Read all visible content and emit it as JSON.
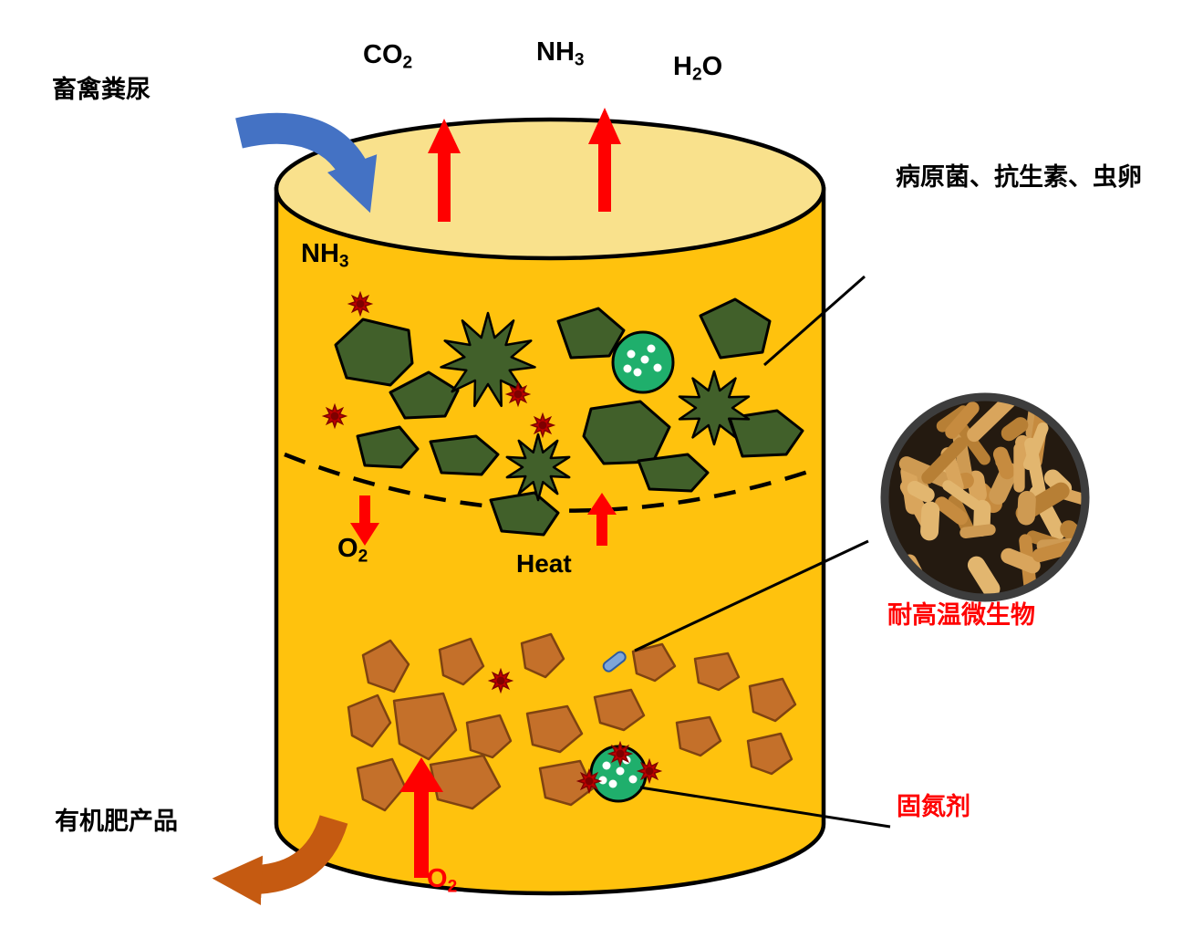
{
  "labels": {
    "input": "畜禽粪尿",
    "pathogens": "病原菌、抗生素、虫卵",
    "heat": "Heat",
    "thermophilic_microbes": "耐高温微生物",
    "nitrogen_fixing_agent": "固氮剂",
    "output": "有机肥产品"
  },
  "formulas": {
    "co2": {
      "main": "CO",
      "sub": "2"
    },
    "nh3_top": {
      "main": "NH",
      "sub": "3"
    },
    "h2o": {
      "pre": "H",
      "sub": "2",
      "post": "O"
    },
    "nh3_inner": {
      "main": "NH",
      "sub": "3"
    },
    "o2_upper": {
      "main": "O",
      "sub": "2"
    },
    "o2_lower": {
      "main": "O",
      "sub": "2"
    }
  },
  "colors": {
    "cylinder_body": "#FFC20D",
    "cylinder_top": "#F9E18C",
    "outline": "#000000",
    "compost_green": "#41602A",
    "compost_brown": "#C4702A",
    "brown_outline": "#7F4310",
    "arrow_red": "#FF0000",
    "virus_red": "#C00000",
    "virus_core": "#7F0000",
    "input_arrow_blue": "#4472C4",
    "output_arrow_brown": "#C55A11",
    "microbe_green": "#1FAF6C",
    "photo_bg": "#241a10",
    "photo_ring": "#3d3d3d",
    "rod_colors": [
      "#D9A55C",
      "#C68B3F",
      "#E2B66F",
      "#B77F35",
      "#CE9A52"
    ]
  }
}
